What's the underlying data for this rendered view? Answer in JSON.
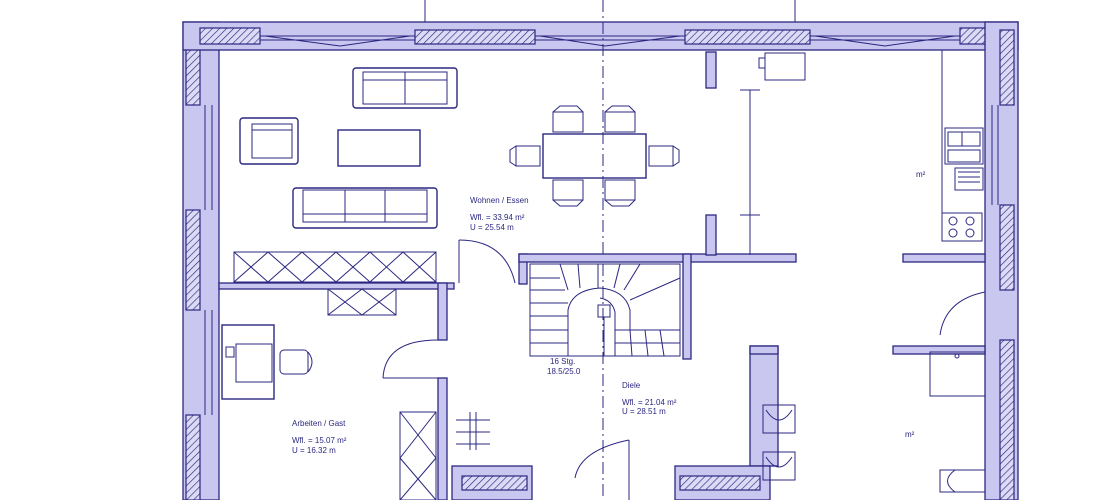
{
  "rooms": {
    "wohnen": {
      "name": "Wohnen / Essen",
      "area": "Wfl. = 33.94 m²",
      "perimeter": "U = 25.54 m"
    },
    "arbeiten": {
      "name": "Arbeiten / Gast",
      "area": "Wfl. = 15.07 m²",
      "perimeter": "U = 16.32 m"
    },
    "diele": {
      "name": "Diele",
      "area": "Wfl. = 21.04 m²",
      "perimeter": "U = 28.51 m"
    },
    "kitchen": {
      "area_partial": "m²"
    },
    "bath": {
      "area_partial": "m²"
    }
  },
  "stairs": {
    "steps": "16 Stg.",
    "ratio": "18.5/25.0"
  },
  "colors": {
    "line": "#2b2780",
    "fill": "#c9c6ef",
    "background": "#ffffff"
  }
}
